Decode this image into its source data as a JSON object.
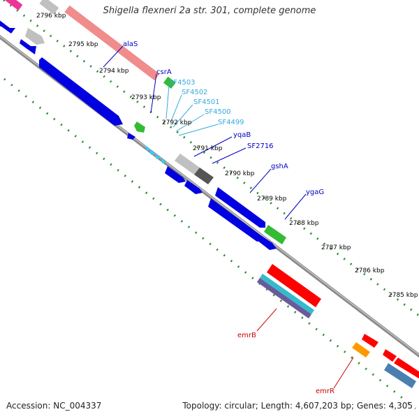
{
  "title": "Shigella flexneri 2a str. 301, complete genome",
  "footer": {
    "accession": "Accession: NC_004337",
    "topology": "Topology: circular; Length: 4,607,203 bp; Genes: 4,305"
  },
  "scale_ticks": [
    {
      "id": "t2796",
      "label": "2796 kbp"
    },
    {
      "id": "t2795",
      "label": "2795 kbp"
    },
    {
      "id": "t2794",
      "label": "2794 kbp"
    },
    {
      "id": "t2793",
      "label": "2793 kbp"
    },
    {
      "id": "t2792",
      "label": "2792 kbp"
    },
    {
      "id": "t2791",
      "label": "2791 kbp"
    },
    {
      "id": "t2790",
      "label": "2790 kbp"
    },
    {
      "id": "t2789",
      "label": "2789 kbp"
    },
    {
      "id": "t2788",
      "label": "2788 kbp"
    },
    {
      "id": "t2787",
      "label": "2787 kbp"
    },
    {
      "id": "t2786",
      "label": "2786 kbp"
    },
    {
      "id": "t2785",
      "label": "2785 kbp"
    }
  ],
  "gene_labels": [
    {
      "id": "alaS",
      "label": "alaS",
      "color": "#0000c0"
    },
    {
      "id": "csrA",
      "label": "csrA",
      "color": "#0000c0"
    },
    {
      "id": "SF4503",
      "label": "SF4503",
      "color": "#33aadd"
    },
    {
      "id": "SF4502",
      "label": "SF4502",
      "color": "#33aadd"
    },
    {
      "id": "SF4501",
      "label": "SF4501",
      "color": "#33aadd"
    },
    {
      "id": "SF4500",
      "label": "SF4500",
      "color": "#33aadd"
    },
    {
      "id": "SF4499",
      "label": "SF4499",
      "color": "#33aadd"
    },
    {
      "id": "yqaB",
      "label": "yqaB",
      "color": "#0000c0"
    },
    {
      "id": "SF2716",
      "label": "SF2716",
      "color": "#0000c0"
    },
    {
      "id": "gshA",
      "label": "gshA",
      "color": "#0000c0"
    },
    {
      "id": "ygaG",
      "label": "ygaG",
      "color": "#0000c0"
    },
    {
      "id": "emrB",
      "label": "emrB",
      "color": "#cc0000"
    },
    {
      "id": "emrR",
      "label": "emrR",
      "color": "#cc0000"
    }
  ],
  "colors": {
    "backbone": "#8a8a8a",
    "tick_dots": "#2a8a2a",
    "cds_forward": "#0000e0",
    "highlight_red": "#ff0000",
    "pink": "#ee3399",
    "gray": "#c0c0c0",
    "green": "#33bb33",
    "cyan_trna": "#33ccff",
    "orange": "#ff9900",
    "steel_blue": "#4a7fb0"
  }
}
